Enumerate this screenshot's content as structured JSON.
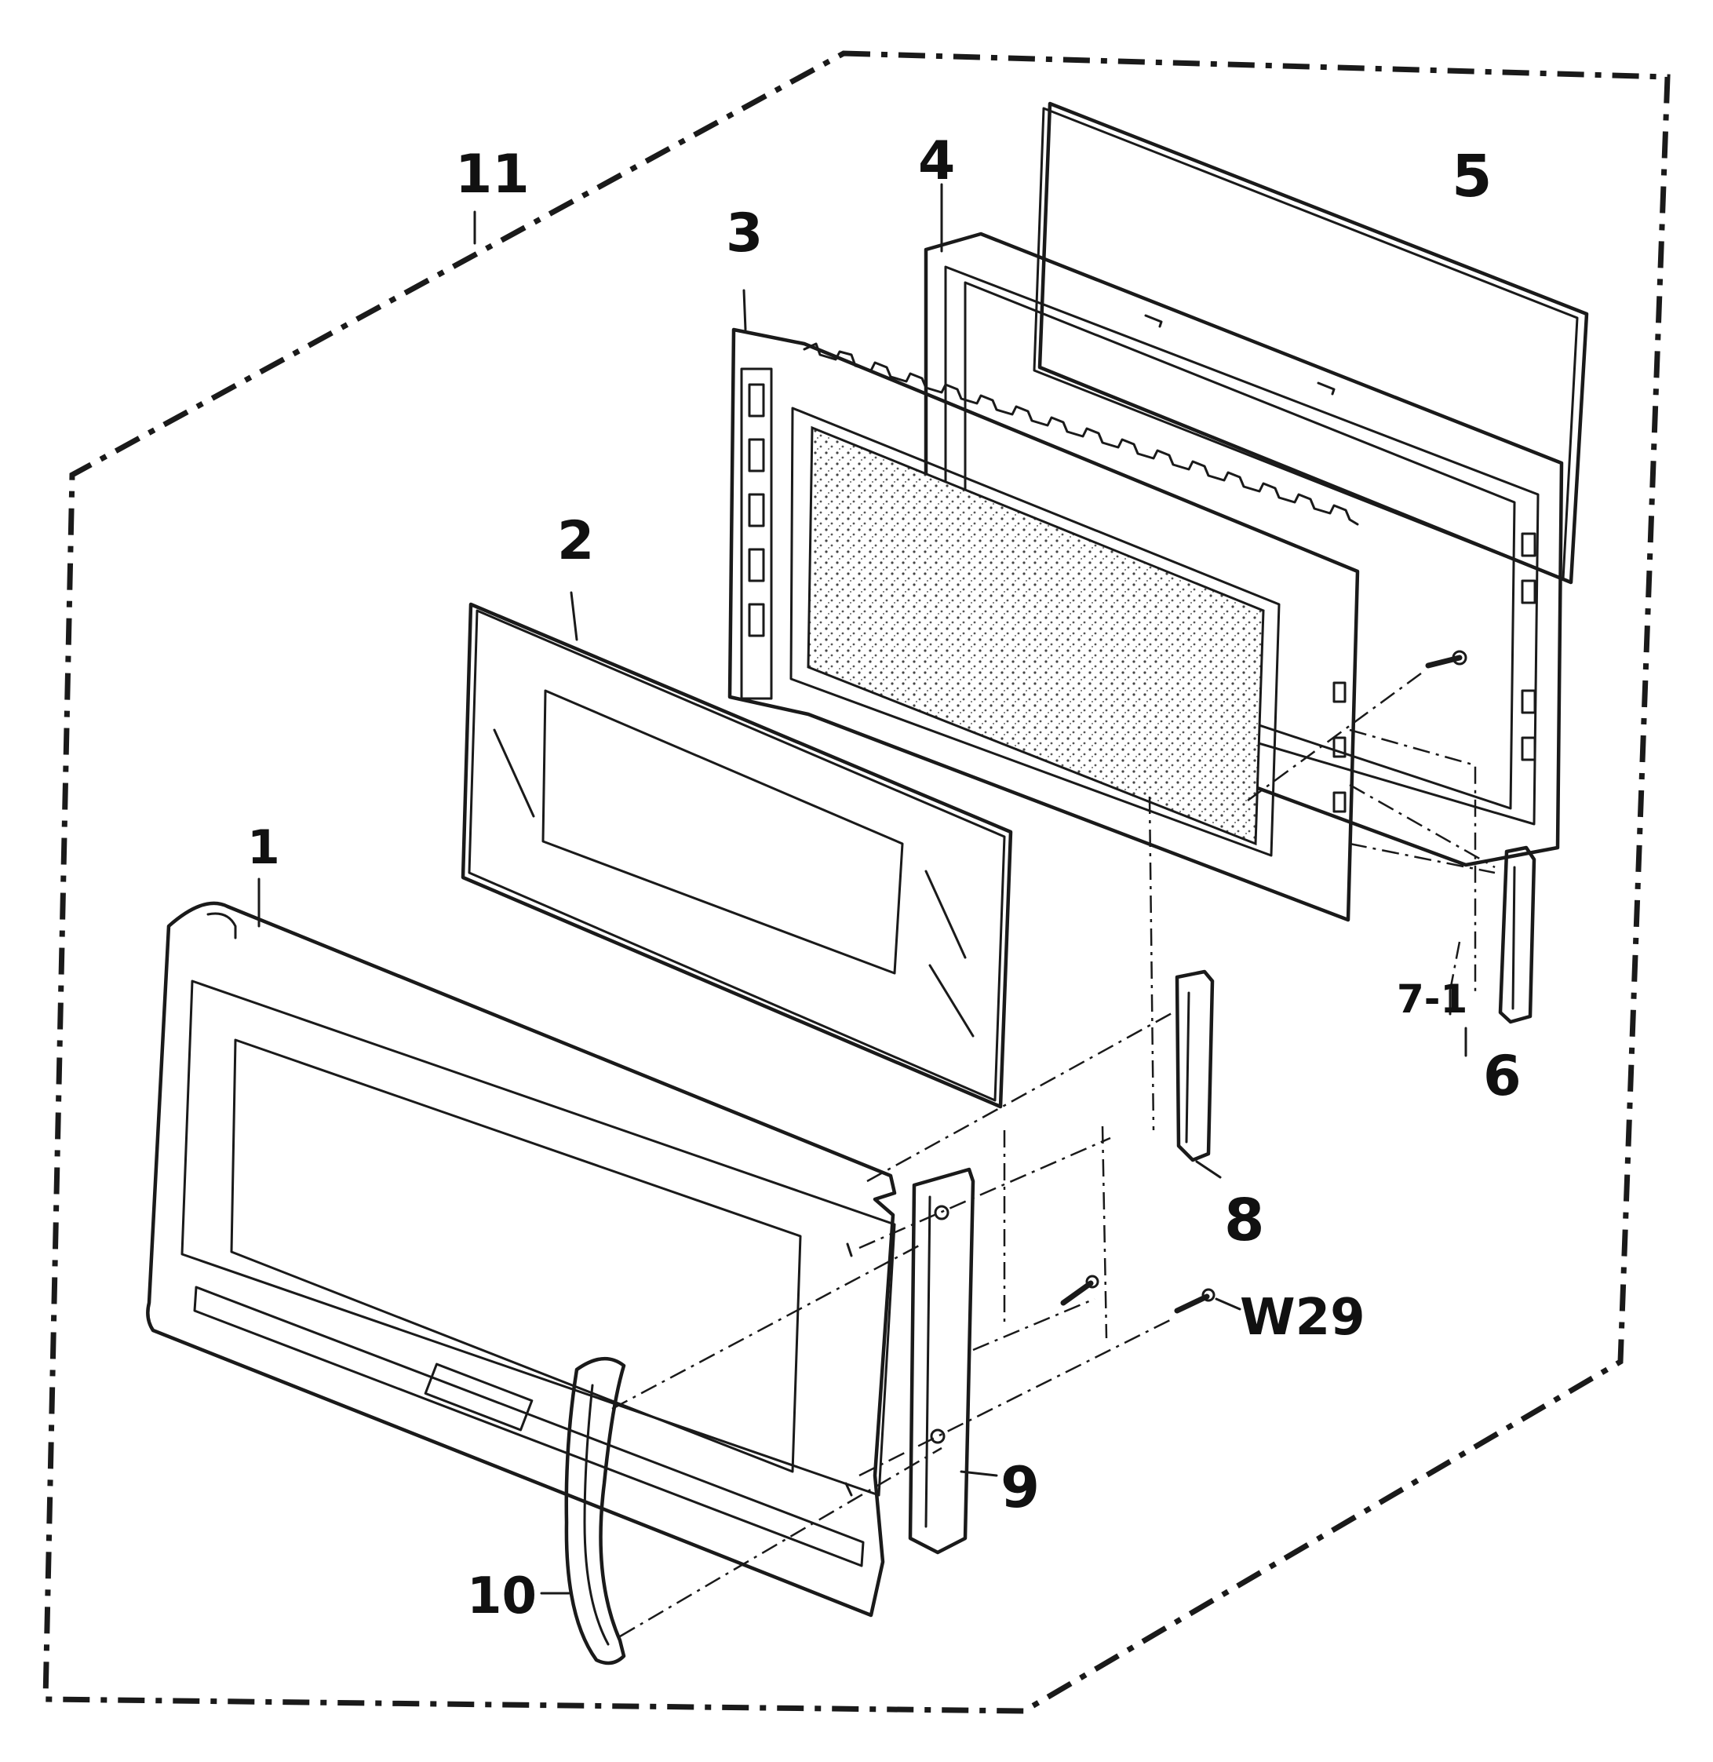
{
  "diagram": {
    "type": "exploded-parts-view",
    "callouts": [
      {
        "id": "1",
        "label": "1"
      },
      {
        "id": "2",
        "label": "2"
      },
      {
        "id": "3",
        "label": "3"
      },
      {
        "id": "4",
        "label": "4"
      },
      {
        "id": "5",
        "label": "5"
      },
      {
        "id": "6",
        "label": "6"
      },
      {
        "id": "7",
        "label": "7-1"
      },
      {
        "id": "8",
        "label": "8"
      },
      {
        "id": "9",
        "label": "9"
      },
      {
        "id": "10",
        "label": "10"
      },
      {
        "id": "11",
        "label": "11"
      },
      {
        "id": "w29",
        "label": "W29"
      }
    ]
  },
  "colors": {
    "ink": "#1a1a1a",
    "paper": "#ffffff"
  }
}
